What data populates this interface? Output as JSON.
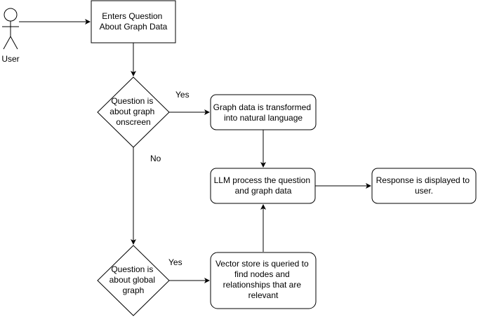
{
  "actor": {
    "label": "User"
  },
  "nodes": {
    "enter_question": [
      "Enters Question",
      "About Graph Data"
    ],
    "decision_onscreen": [
      "Question is",
      "about graph",
      "onscreen"
    ],
    "transform_graph": [
      "Graph data is transformed",
      "into natural language"
    ],
    "llm_process": [
      "LLM process the question",
      "and graph data"
    ],
    "response": [
      "Response is displayed to",
      "user."
    ],
    "decision_global": [
      "Question is",
      "about global",
      "graph"
    ],
    "vector_store": [
      "Vector store is queried to",
      "find nodes and",
      "relationships that are",
      "relevant"
    ]
  },
  "edge_labels": {
    "onscreen_yes": "Yes",
    "onscreen_no": "No",
    "global_yes": "Yes"
  },
  "colors": {
    "stroke": "#000000",
    "fill": "#ffffff",
    "text": "#000000"
  }
}
